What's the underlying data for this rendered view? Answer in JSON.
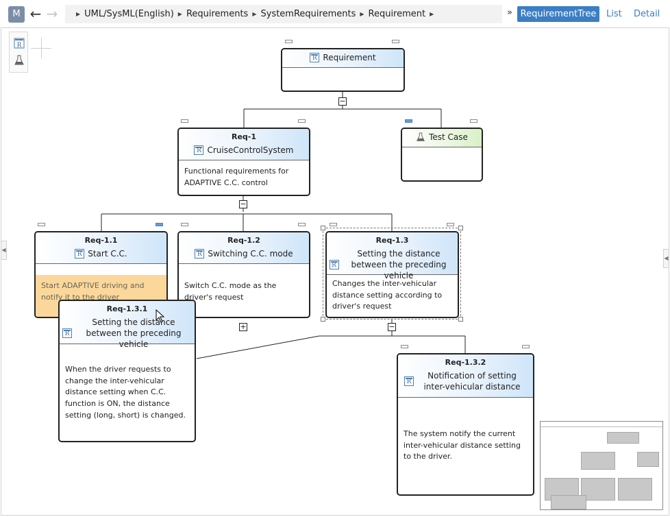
{
  "toolbar": {
    "model_button": "M",
    "back_arrow": "←",
    "forward_arrow": "→",
    "breadcrumb": [
      "UML/SysML(English)",
      "Requirements",
      "SystemRequirements",
      "Requirement"
    ],
    "more": "»",
    "tabs": [
      {
        "label": "RequirementTree",
        "active": true
      },
      {
        "label": "List",
        "active": false
      },
      {
        "label": "Detail",
        "active": false
      }
    ]
  },
  "palette": {
    "items": [
      "requirement-icon",
      "test-case-icon"
    ]
  },
  "nodes": {
    "root": {
      "title": "Requirement",
      "icon": "requirement-icon"
    },
    "test_case": {
      "title": "Test Case",
      "icon": "test-case-icon"
    },
    "req1": {
      "id": "Req-1",
      "title": "CruiseControlSystem",
      "body": "Functional requirements for ADAPTIVE C.C. control"
    },
    "req11": {
      "id": "Req-1.1",
      "title": "Start C.C.",
      "body": "Start ADAPTIVE driving and notify it to the driver"
    },
    "req12": {
      "id": "Req-1.2",
      "title": "Switching C.C. mode",
      "body": "Switch C.C. mode as the driver's request"
    },
    "req13": {
      "id": "Req-1.3",
      "title": "Setting the distance between the preceding vehicle",
      "body": "Changes the inter-vehicular distance setting according to driver's request"
    },
    "req131": {
      "id": "Req-1.3.1",
      "title": "Setting the distance between the preceding vehicle",
      "body": "When the driver requests to change the inter-vehicular distance setting when C.C. function is ON, the distance setting (long, short) is changed."
    },
    "req132": {
      "id": "Req-1.3.2",
      "title": "Notification of setting inter-vehicular distance",
      "body": "The system notify the current inter-vehicular distance setting to the driver."
    }
  },
  "toggles": {
    "collapse": "−",
    "expand": "+"
  },
  "colors": {
    "accent": "#3c7ec4",
    "highlight": "#fcd79b",
    "border": "#222222"
  }
}
